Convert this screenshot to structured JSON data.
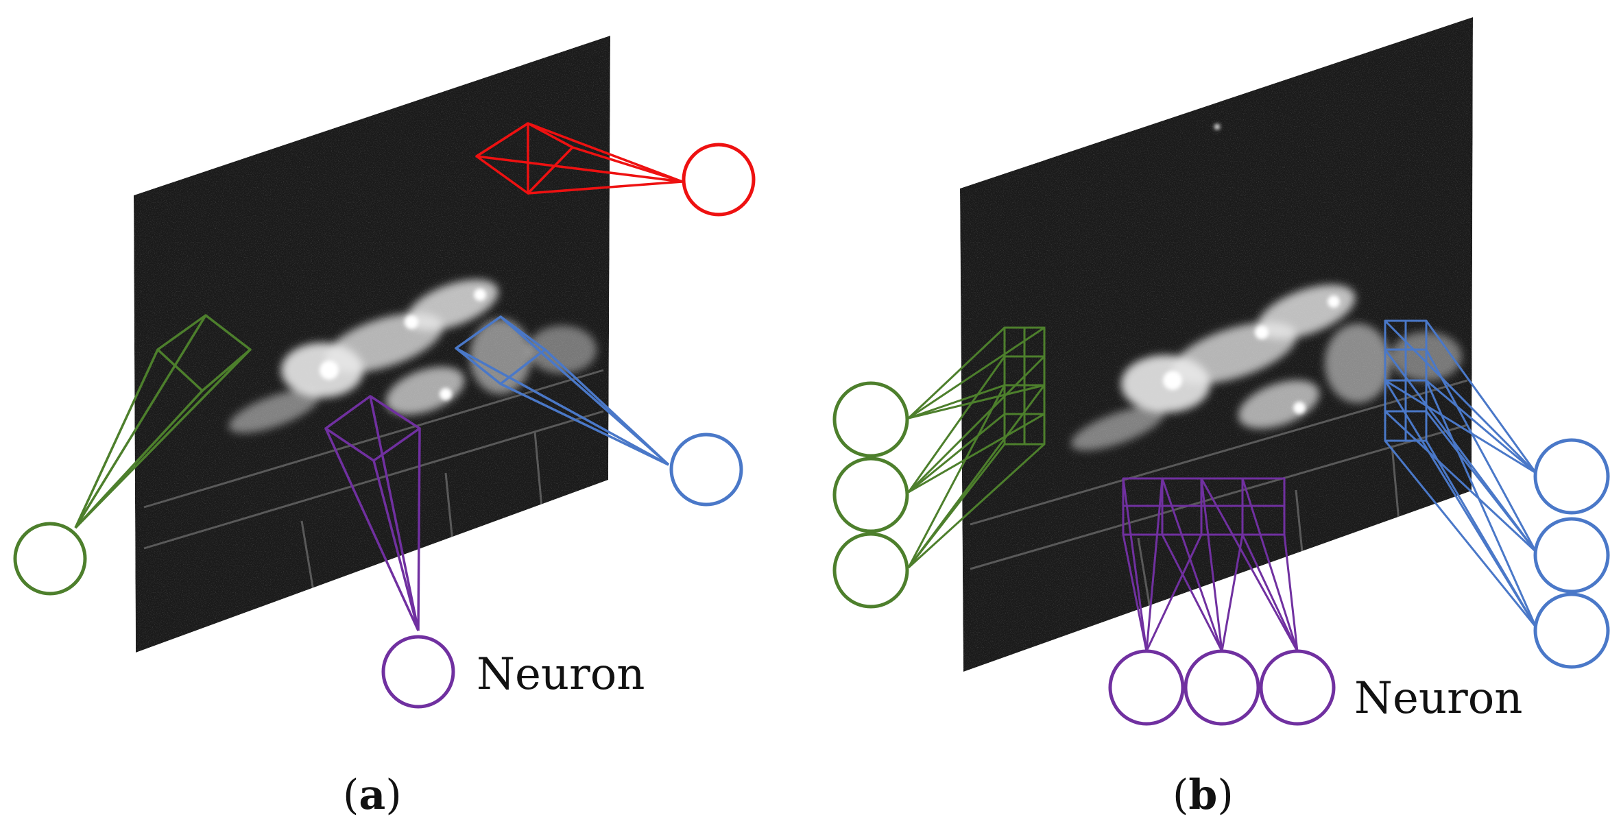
{
  "figure": {
    "panels": [
      {
        "id": "a",
        "caption_open": "(",
        "caption_letter": "a",
        "caption_close": ")",
        "neuron_label": "Neuron"
      },
      {
        "id": "b",
        "caption_open": "(",
        "caption_letter": "b",
        "caption_close": ")",
        "neuron_label": "Neuron"
      }
    ],
    "colors": {
      "red": "#ee1111",
      "green": "#4d7f2c",
      "blue": "#4a78c8",
      "purple": "#7030a0",
      "image_bg": "#1a1a1a",
      "text": "#111111"
    }
  }
}
